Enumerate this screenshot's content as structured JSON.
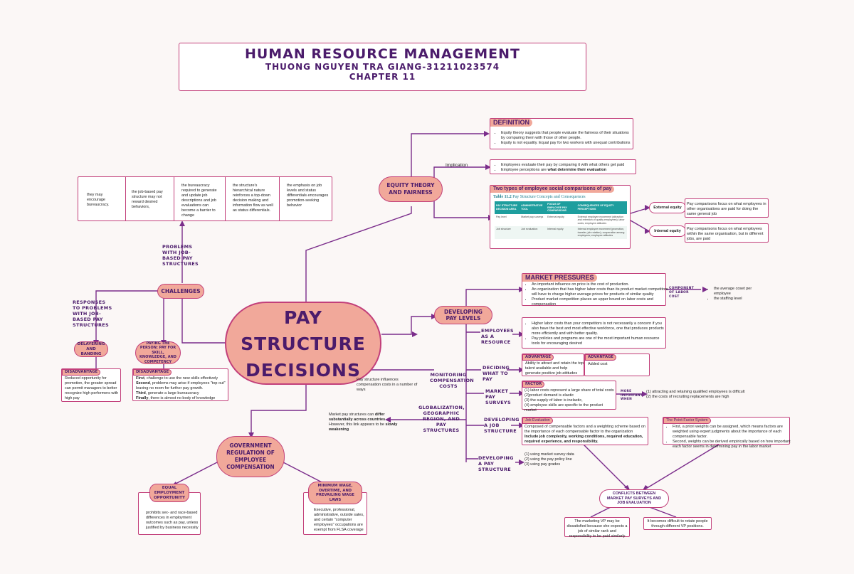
{
  "header": {
    "title": "HUMAN RESOURCE MANAGEMENT",
    "author": "THUONG NGUYEN TRA GIANG-31211023574",
    "chapter": "CHAPTER 11"
  },
  "center": {
    "line1": "PAY",
    "line2": "STRUCTURE",
    "line3": "DECISIONS"
  },
  "equity": {
    "node": "EQUITY THEORY AND FAIRNESS",
    "definition_title": "DEFINITION",
    "definition_items": [
      "Equity theory suggests that people evaluate the fairness of their situations by comparing them with those of other people.",
      "Equity is not equality. Equal pay for two workers with unequal contributions"
    ],
    "implication_label": "Implication",
    "implication_item1": "Employees evaluate their pay by comparing it with what others get paid",
    "implication_item2_pre": "Employee perceptions are ",
    "implication_item2_bold": "what determine their evaluation",
    "comparisons_title": "Two types of employee social comparisons of pay",
    "table_caption_num": "Table 11.2",
    "table_caption": "Pay Structure Concepts and Consequences",
    "table_headers": [
      "PAY STRUCTURE DECISION AREA",
      "ADMINISTRATIVE TOOL",
      "FOCUS OF EMPLOYEE PAY COMPARISONS",
      "CONSEQUENCES OF EQUITY PERCEPTIONS"
    ],
    "table_rows": [
      [
        "Pay level",
        "Market pay surveys",
        "External equity",
        "External employee movement (attraction and retention of quality employees); labor costs; employee attitudes"
      ],
      [
        "Job structure",
        "Job evaluation",
        "Internal equity",
        "Internal employee movement (promotion, transfer, job rotation); cooperation among employees; employee attitudes"
      ]
    ],
    "external_label": "External equity",
    "external_desc": "Pay comparisons focus on what employees in other organisations are paid for doing the same general job",
    "internal_label": "Internal equity",
    "internal_desc": "Pay comparisons focus on what employees within the same organisation, but in different jobs, are paid"
  },
  "challenges": {
    "node": "CHALLENGES",
    "problems_label": "PROBLEMS WITH JOB-BASED PAY STRUCTURES",
    "problems": [
      "they may encourage bureaucracy.",
      "the job-based pay structure may not reward desired behaviors,",
      "the bureaucracy required to generate and update job descriptions and job evaluations can become a barrier to change",
      "the structure's hierarchical nature reinforces a top-down decision making and information flow as well as status differentials.",
      "the emphasis on job levels and status differentials encourages promotion-seeking behavior"
    ],
    "responses_label": "RESPONSES TO PROBLEMS WITH JOB-BASED PAY STRUCTURES",
    "delayering": "DELAYERING AND BANDING",
    "paying_person": "PAYING THE PERSON: PAY FOR SKILL, KNOWLEDGE, AND COMPETENCY",
    "disadvantage_tag": "DISADVANTAGE",
    "delayering_disadv": "Reduced opportunity for promotion, the greater spread can permit managers to better recognize high performers with high pay",
    "person_disadv": [
      {
        "b": "First",
        "t": ", challenge to use the new skills effectively"
      },
      {
        "b": "Second",
        "t": ", problems may arise if employees \"top out\" leaving no room for further pay growth."
      },
      {
        "b": "Third",
        "t": ", generate a large bureaucracy"
      },
      {
        "b": "Finally",
        "t": ", there is almost no body of knowledge"
      }
    ]
  },
  "pay_levels": {
    "node": "DEVELOPING PAY LEVELS",
    "market_pressures_title": "MARKET PRESSURES",
    "market_items": [
      "An important influence on price is the cost of production.",
      "An organization that has higher labor costs than its product market competitors will have to charge higher average prices for products of similar quality",
      "Product market competition places an upper bound on labor costs and compensation"
    ],
    "component_label": "COMPONENT OF LABOR COST",
    "component_items": [
      "the average coset per employee",
      "the staffing level"
    ],
    "employees_label": "EMPLOYEES AS A RESOURCE",
    "employees_items": [
      "Higher labor costs than your competitors is not necessarily a concern if you also have the best and most effective workforce, one that produces products more efficiently and with better quality.",
      "Pay policies and programs are one of the most important human resource tools for encouraging desired"
    ],
    "deciding_label": "DECIDING WHAT TO PAY",
    "advantage_tag": "ADVANTAGE",
    "deciding_adv1": "Ability to attract and retain the top talent available and help generate positive job attitudes",
    "deciding_adv2": "Added cost",
    "surveys_label": "MARKET PAY SURVEYS",
    "factor_tag": "FACTOR",
    "surveys_items": [
      "(1) labor costs represent a large share of total costs",
      "(2)product demand is elastic",
      "(3) the supply of labor is inelastic,",
      "(4) employee skills are specific to the product market"
    ],
    "more_important": "MORE IMPORTANT WHEN",
    "more_items": [
      "(1) attracting and retaining qualified employees is difficult",
      "(2) the costs of recruiting replacements are high"
    ],
    "job_structure_label": "DEVELOPING A JOB STRUCTURE",
    "job_eval_tag": "Job Evaluation",
    "job_eval_text": "Composed of compensable factors and a weighting scheme based on the importance of each compensable factor to the organization",
    "job_eval_bold": "Include job complexity, working conditions, required education, required experience, and responsibility.",
    "point_factor_tag": "The Point-Factor System",
    "point_factor_items": [
      "First, a priori weights can be assigned, which means factors are weighted using expert judgments about the importance of each compensable factor.",
      "Second, weights can be derived empirically based on how important each factor seems in determining pay in the labor market"
    ],
    "pay_structure_label": "DEVELOPING A PAY STRUCTURE",
    "pay_structure_items": [
      "(1) using market survey data",
      "(2) using the pay policy line",
      "(3) using pay grades"
    ],
    "conflicts": "CONFLICTS BETWEEN MARKET PAY SURVEYS AND JOB EVALUATION",
    "conflict1": "The marketing VP may be dissatisfied because she expects a job of similar rank and responsibility  to be paid similarly",
    "conflict2": "It becomes difficult to rotate people through different VP positions."
  },
  "monitoring": {
    "label": "MONITORING COMPENSATION COSTS",
    "text": "Pay structure influences compensation costs in a number of ways"
  },
  "globalization": {
    "label": "GLOBALIZATION, GEOGRAPHIC REGION, AND PAY STRUCTURES",
    "text_pre": "Market pay structures can ",
    "text_b1": "differ substantially across countries",
    "text_mid": " . However, this link appears to be ",
    "text_b2": "slowly weakening"
  },
  "government": {
    "node": "GOVERNMENT REGULATION OF EMPLOYEE COMPENSATION",
    "equal": "EQUAL EMPLOYMENT OPPORTUNITY",
    "equal_text": "prohibits sex- and race-based differences in employment outcomes such as pay, unless justified by business necessity",
    "minimum": "MINIMUM WAGE, OVERTIME, AND PREVAILING WAGE LAWS",
    "minimum_text": "Executive, professional, administrative, outside sales, and certain \"computer employees\" occupations are exempt from FLSA coverage"
  },
  "colors": {
    "accent": "#c23f7a",
    "node_fill": "#f1a89a",
    "ink": "#4b1b6b",
    "line": "#7b2d8b"
  }
}
